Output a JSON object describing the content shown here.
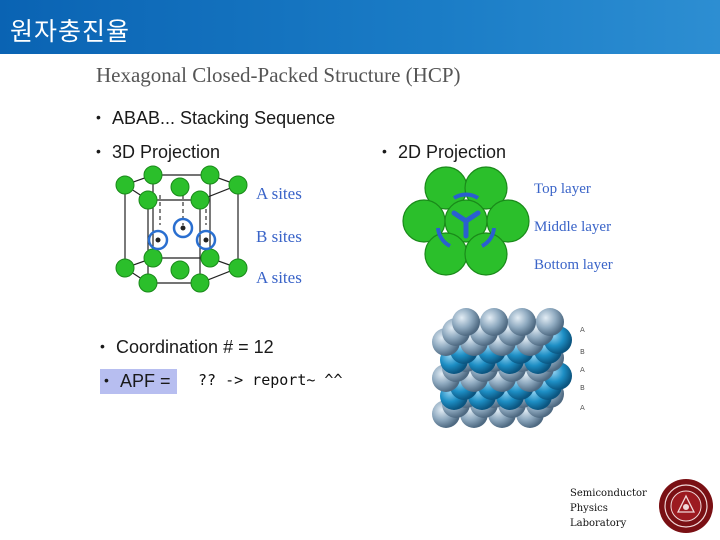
{
  "header": {
    "title": "원자충진율"
  },
  "slide": {
    "heading": "Hexagonal Closed-Packed Structure (HCP)",
    "bullets": {
      "stacking": "ABAB... Stacking Sequence",
      "projection_3d": "3D Projection",
      "projection_2d": "2D Projection",
      "coordination": "Coordination # = 12",
      "apf": "APF ="
    },
    "apf_note": "?? -> report~ ^^",
    "site_labels": [
      "A sites",
      "B sites",
      "A sites"
    ],
    "layer_labels": [
      "Top layer",
      "Middle layer",
      "Bottom layer"
    ],
    "stack_letters": [
      "A",
      "B",
      "A",
      "B",
      "A"
    ]
  },
  "footer": {
    "lines": [
      "Semiconductor",
      "Physics",
      "Laboratory"
    ]
  },
  "colors": {
    "header_blue": "#1a7cc6",
    "atom_green": "#2bbf2b",
    "site_blue": "#3a64c8",
    "apf_highlight": "#b7bef0"
  },
  "icons": {
    "seal": "university-seal-icon"
  }
}
